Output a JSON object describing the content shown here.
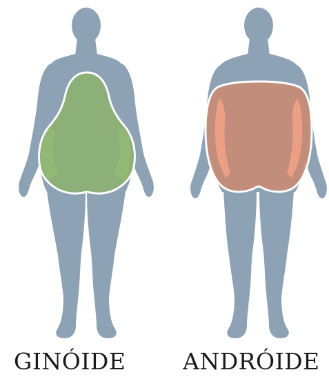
{
  "figures": [
    {
      "id": "gynoid",
      "caption": "GINÓIDE",
      "body_color": "#8ea2b5",
      "fat_fill": "#8cb26e",
      "fat_edge_fill": "#cfe7a4",
      "fat_outline": "#ffffff"
    },
    {
      "id": "android",
      "caption": "ANDRÓIDE",
      "body_color": "#8ea2b5",
      "fat_fill": "#c98a73",
      "fat_edge_fill": "#f2a286",
      "fat_outline": "#ffffff"
    }
  ]
}
